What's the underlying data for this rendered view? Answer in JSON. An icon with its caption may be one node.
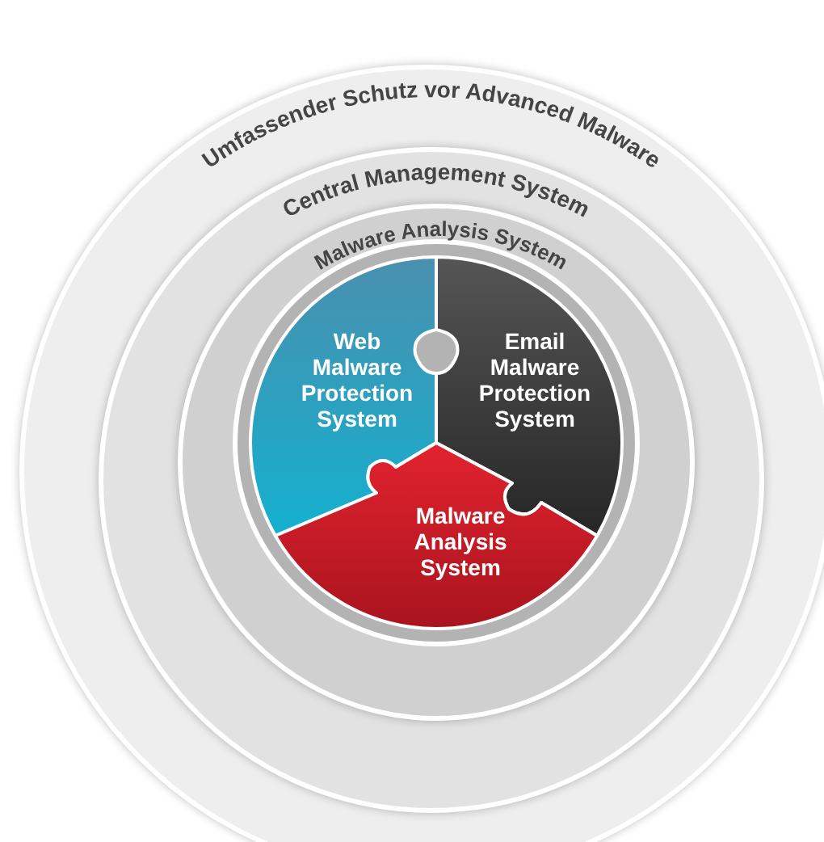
{
  "diagram": {
    "nodes": [
      {
        "text": [
          "Umfassender Schutz vor Advanced Malware"
        ]
      },
      {
        "text": [
          "Central Management System"
        ],
        "in": 0
      },
      {
        "text": [
          "Malware Analysis System"
        ],
        "in": 1
      },
      {
        "text": [
          "Web Malware Protection System"
        ],
        "in": 2
      },
      {
        "text": [
          "Email Malware Protection System"
        ],
        "in": 2
      },
      {
        "text": [
          "Malware Analysis System"
        ],
        "in": 2
      }
    ]
  }
}
